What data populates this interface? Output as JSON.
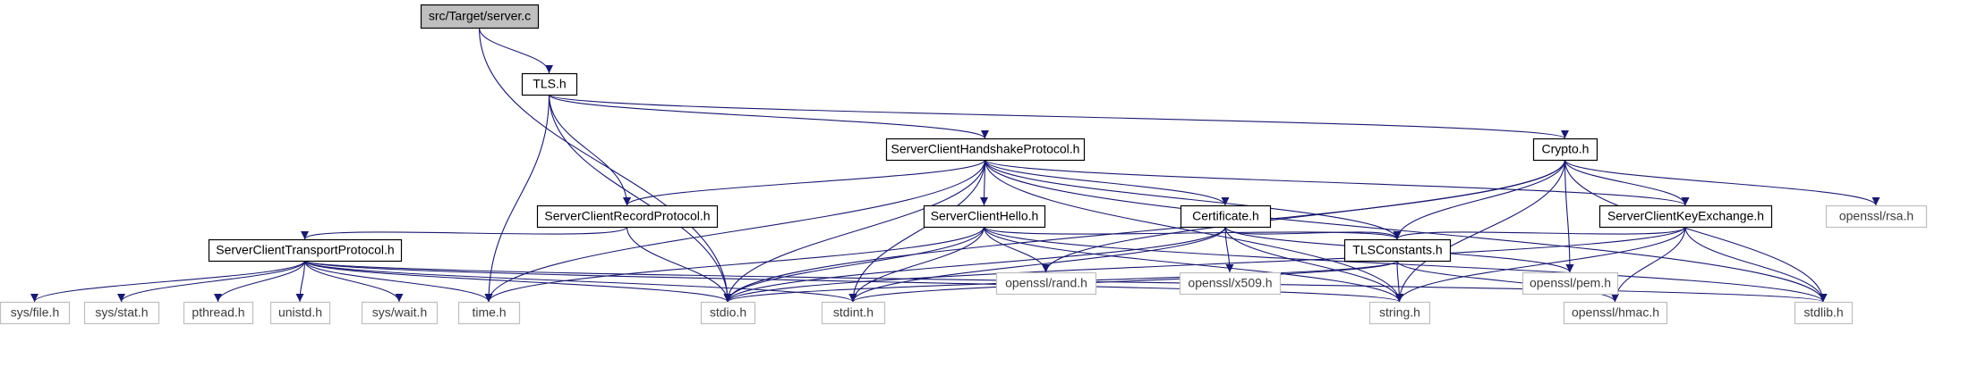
{
  "colors": {
    "edge": "#191970",
    "root_fill": "#bfbfbf",
    "header_border": "#000000",
    "system_border": "#bfbfbf",
    "system_text": "#3c3c3c"
  },
  "nodes": [
    {
      "id": "server_c",
      "label": "src/Target/server.c",
      "kind": "root"
    },
    {
      "id": "tls_h",
      "label": "TLS.h",
      "kind": "header"
    },
    {
      "id": "schp_h",
      "label": "ServerClientHandshakeProtocol.h",
      "kind": "header"
    },
    {
      "id": "crypto_h",
      "label": "Crypto.h",
      "kind": "header"
    },
    {
      "id": "scrp_h",
      "label": "ServerClientRecordProtocol.h",
      "kind": "header"
    },
    {
      "id": "sch_h",
      "label": "ServerClientHello.h",
      "kind": "header"
    },
    {
      "id": "cert_h",
      "label": "Certificate.h",
      "kind": "header"
    },
    {
      "id": "scke_h",
      "label": "ServerClientKeyExchange.h",
      "kind": "header"
    },
    {
      "id": "rsa_h",
      "label": "openssl/rsa.h",
      "kind": "system"
    },
    {
      "id": "sctp_h",
      "label": "ServerClientTransportProtocol.h",
      "kind": "header"
    },
    {
      "id": "rand_h",
      "label": "openssl/rand.h",
      "kind": "system"
    },
    {
      "id": "x509_h",
      "label": "openssl/x509.h",
      "kind": "system"
    },
    {
      "id": "tlsc_h",
      "label": "TLSConstants.h",
      "kind": "header"
    },
    {
      "id": "pem_h",
      "label": "openssl/pem.h",
      "kind": "system"
    },
    {
      "id": "sysfile_h",
      "label": "sys/file.h",
      "kind": "system"
    },
    {
      "id": "sysstat_h",
      "label": "sys/stat.h",
      "kind": "system"
    },
    {
      "id": "pthread_h",
      "label": "pthread.h",
      "kind": "system"
    },
    {
      "id": "unistd_h",
      "label": "unistd.h",
      "kind": "system"
    },
    {
      "id": "syswait_h",
      "label": "sys/wait.h",
      "kind": "system"
    },
    {
      "id": "time_h",
      "label": "time.h",
      "kind": "system"
    },
    {
      "id": "stdio_h",
      "label": "stdio.h",
      "kind": "system"
    },
    {
      "id": "stdint_h",
      "label": "stdint.h",
      "kind": "system"
    },
    {
      "id": "string_h",
      "label": "string.h",
      "kind": "system"
    },
    {
      "id": "hmac_h",
      "label": "openssl/hmac.h",
      "kind": "system"
    },
    {
      "id": "stdlib_h",
      "label": "stdlib.h",
      "kind": "system"
    }
  ],
  "edges": [
    [
      "server_c",
      "tls_h"
    ],
    [
      "server_c",
      "stdio_h"
    ],
    [
      "tls_h",
      "schp_h"
    ],
    [
      "tls_h",
      "crypto_h"
    ],
    [
      "tls_h",
      "scrp_h"
    ],
    [
      "tls_h",
      "time_h"
    ],
    [
      "tls_h",
      "stdio_h"
    ],
    [
      "schp_h",
      "scrp_h"
    ],
    [
      "schp_h",
      "sch_h"
    ],
    [
      "schp_h",
      "cert_h"
    ],
    [
      "schp_h",
      "scke_h"
    ],
    [
      "schp_h",
      "tlsc_h"
    ],
    [
      "schp_h",
      "time_h"
    ],
    [
      "schp_h",
      "stdio_h"
    ],
    [
      "schp_h",
      "stdint_h"
    ],
    [
      "schp_h",
      "string_h"
    ],
    [
      "schp_h",
      "stdlib_h"
    ],
    [
      "crypto_h",
      "rsa_h"
    ],
    [
      "crypto_h",
      "scke_h"
    ],
    [
      "crypto_h",
      "tlsc_h"
    ],
    [
      "crypto_h",
      "pem_h"
    ],
    [
      "crypto_h",
      "rand_h"
    ],
    [
      "crypto_h",
      "stdio_h"
    ],
    [
      "crypto_h",
      "string_h"
    ],
    [
      "crypto_h",
      "stdlib_h"
    ],
    [
      "scrp_h",
      "sctp_h"
    ],
    [
      "scrp_h",
      "stdio_h"
    ],
    [
      "sch_h",
      "rand_h"
    ],
    [
      "sch_h",
      "tlsc_h"
    ],
    [
      "sch_h",
      "time_h"
    ],
    [
      "sch_h",
      "stdio_h"
    ],
    [
      "sch_h",
      "stdint_h"
    ],
    [
      "sch_h",
      "string_h"
    ],
    [
      "sch_h",
      "stdlib_h"
    ],
    [
      "cert_h",
      "x509_h"
    ],
    [
      "cert_h",
      "pem_h"
    ],
    [
      "cert_h",
      "tlsc_h"
    ],
    [
      "cert_h",
      "stdio_h"
    ],
    [
      "cert_h",
      "stdint_h"
    ],
    [
      "cert_h",
      "string_h"
    ],
    [
      "scke_h",
      "tlsc_h"
    ],
    [
      "scke_h",
      "hmac_h"
    ],
    [
      "scke_h",
      "stdio_h"
    ],
    [
      "scke_h",
      "string_h"
    ],
    [
      "scke_h",
      "stdlib_h"
    ],
    [
      "sctp_h",
      "sysfile_h"
    ],
    [
      "sctp_h",
      "sysstat_h"
    ],
    [
      "sctp_h",
      "pthread_h"
    ],
    [
      "sctp_h",
      "unistd_h"
    ],
    [
      "sctp_h",
      "syswait_h"
    ],
    [
      "sctp_h",
      "time_h"
    ],
    [
      "sctp_h",
      "stdio_h"
    ],
    [
      "sctp_h",
      "stdint_h"
    ],
    [
      "sctp_h",
      "string_h"
    ],
    [
      "sctp_h",
      "stdlib_h"
    ],
    [
      "tlsc_h",
      "stdio_h"
    ],
    [
      "tlsc_h",
      "stdint_h"
    ],
    [
      "tlsc_h",
      "string_h"
    ],
    [
      "tlsc_h",
      "hmac_h"
    ]
  ]
}
